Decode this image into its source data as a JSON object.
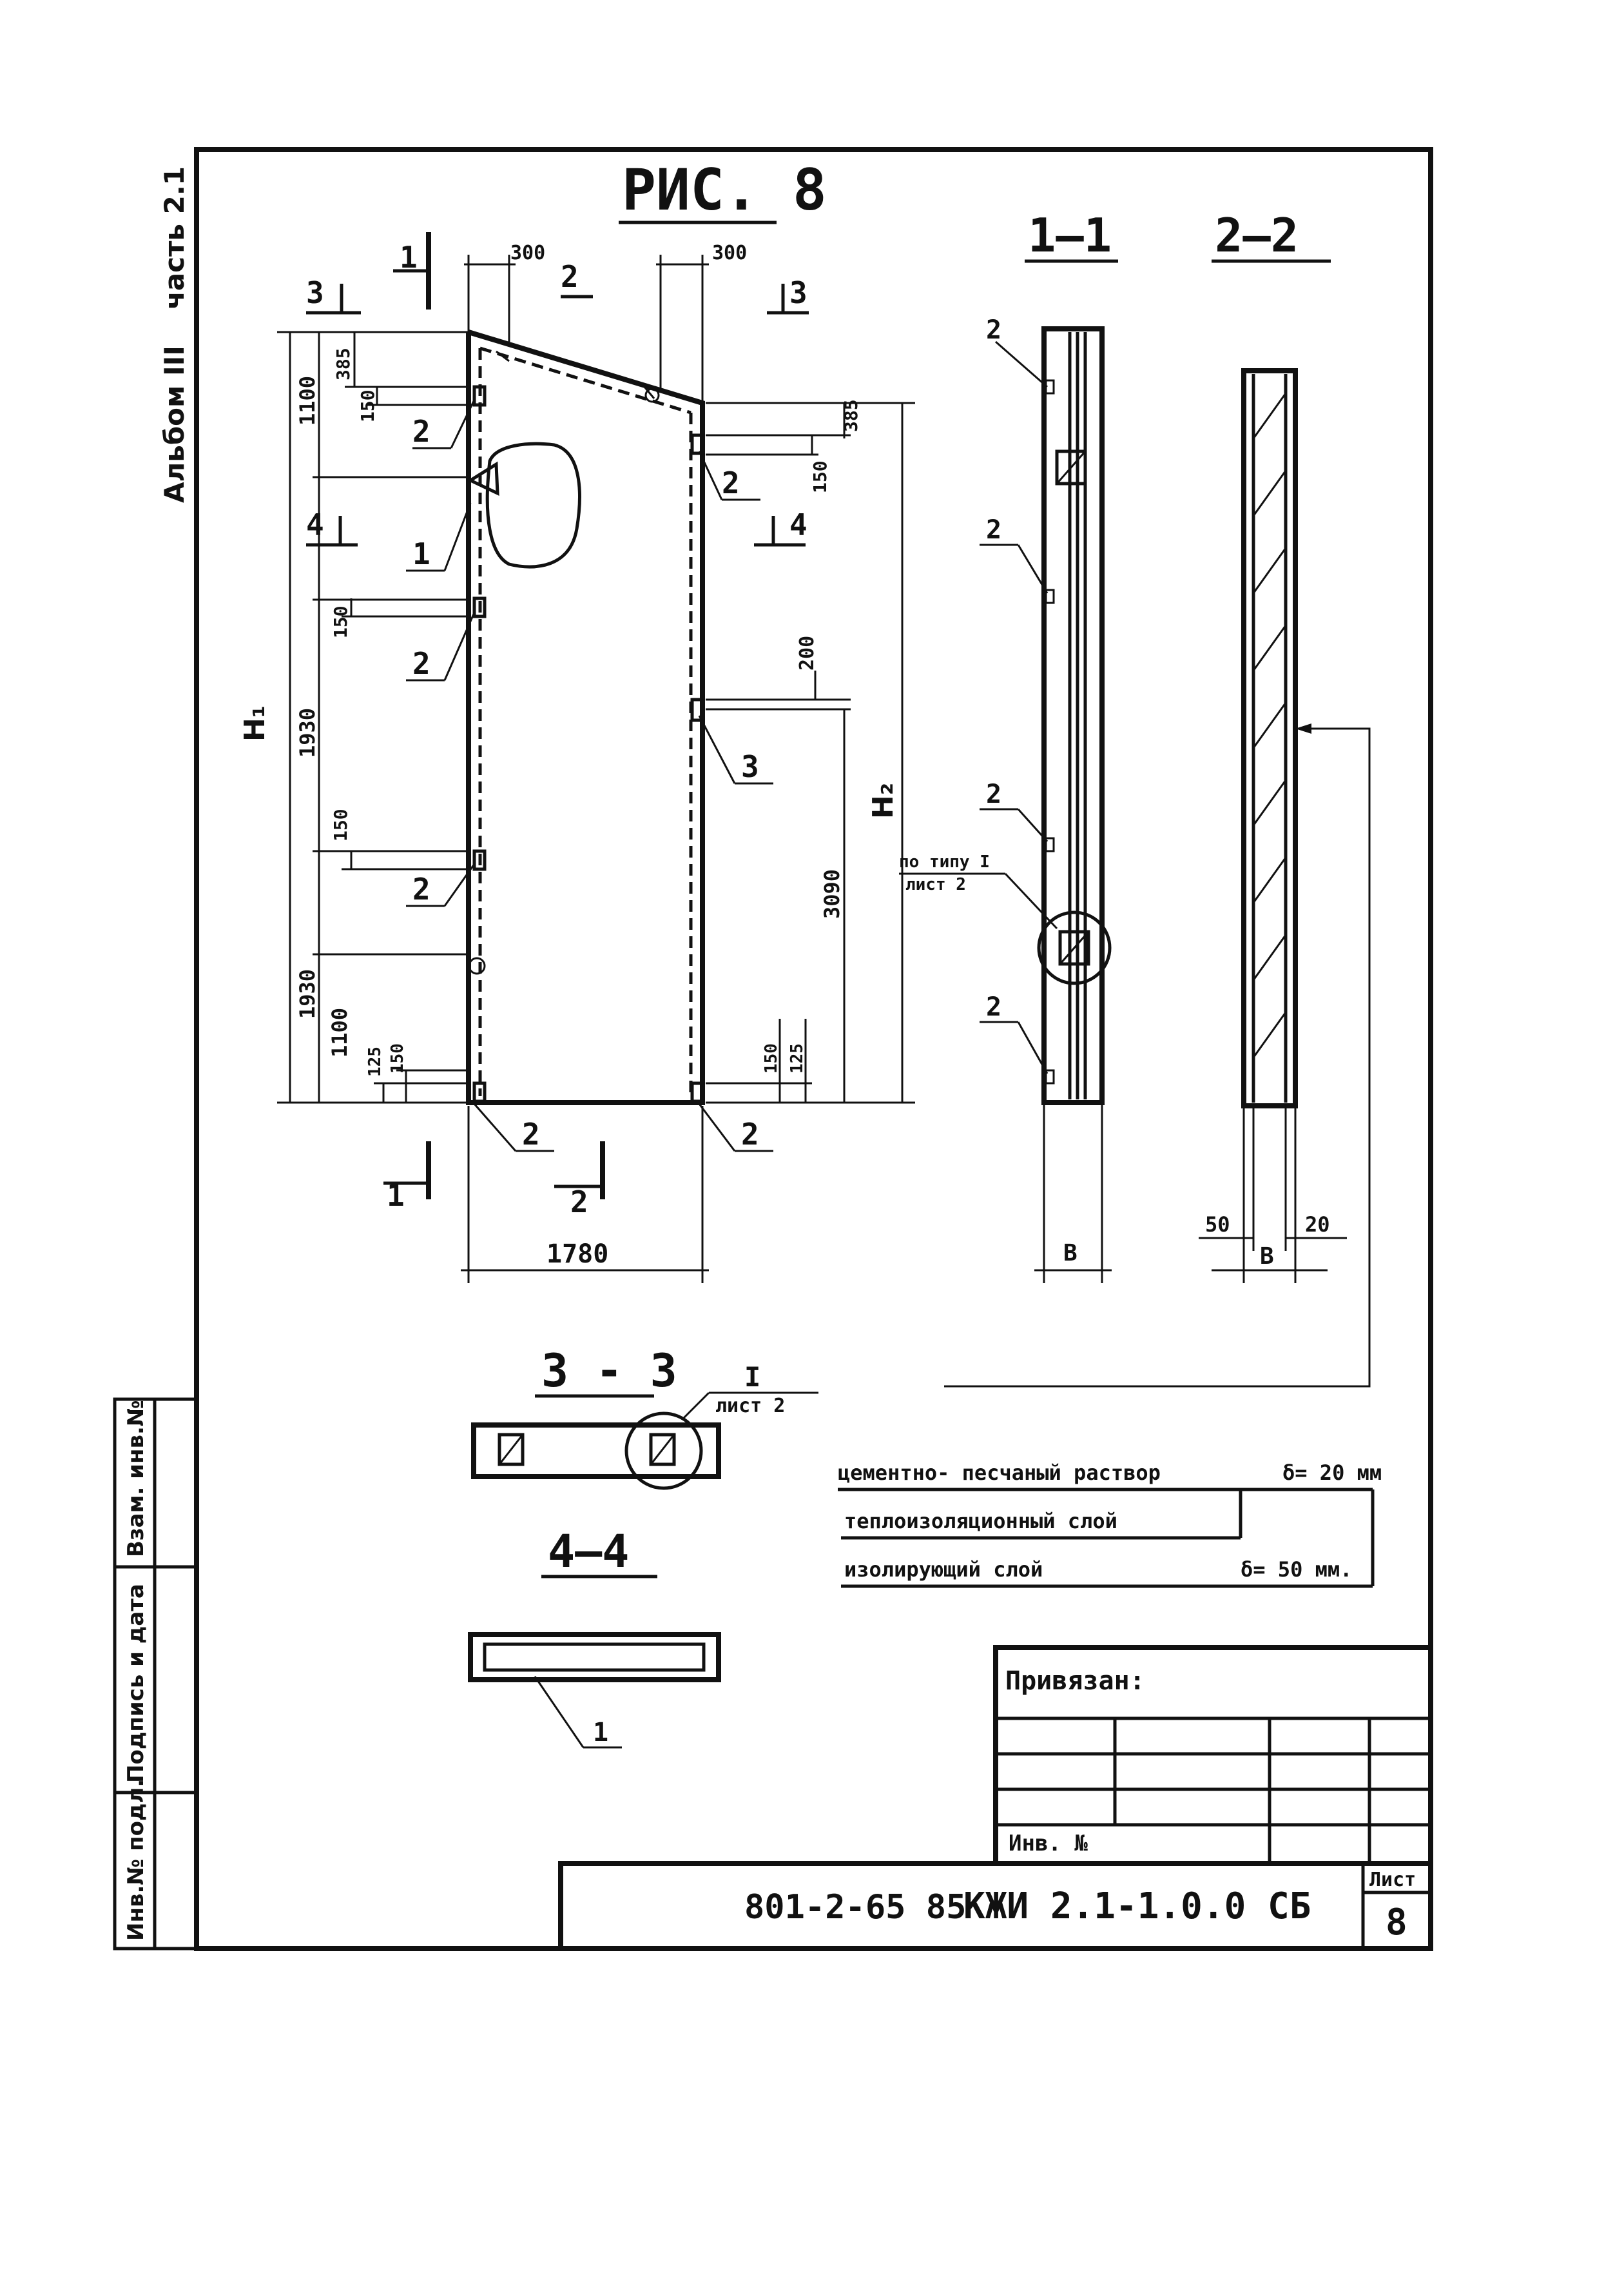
{
  "drawing": {
    "figure_title": "РИС. 8",
    "side_label_album": "Альбом III",
    "side_label_part": "часть 2.1",
    "section_labels": {
      "s11": "1–1",
      "s22": "2–2",
      "s33": "3 - 3",
      "s44": "4–4"
    },
    "cut_marks": [
      "1",
      "1",
      "2",
      "2",
      "3",
      "3",
      "4",
      "4"
    ],
    "dimensions": {
      "top_left": "300",
      "top_right": "300",
      "d385_left": "385",
      "d1100_top": "1100",
      "d150_a": "150",
      "d150_b": "150",
      "d150_c": "150",
      "d1930_a": "1930",
      "d1930_b": "1930",
      "d1100_bottom": "1100",
      "d125_left": "125",
      "d150_d": "150",
      "d385_right": "385",
      "d150_right": "150",
      "d200": "200",
      "d3090": "3090",
      "d150_br": "150",
      "d125_br": "125",
      "width": "1780",
      "h1": "H₁",
      "h2": "H₂",
      "b1": "В",
      "b2": "В",
      "d50": "50",
      "d20": "20"
    },
    "callouts": [
      "2",
      "2",
      "1",
      "2",
      "2",
      "3",
      "2",
      "2",
      "2",
      "2",
      "2",
      "2",
      "1"
    ],
    "detail_ref": {
      "line1": "по типу I",
      "line2": "лист 2",
      "roman": "I",
      "sheet": "лист 2"
    },
    "legend": {
      "row1": "цементно- песчаный раствор",
      "row1_val": "δ= 20 мм",
      "row2": "теплоизоляционный слой",
      "row3": "изолирующий слой",
      "row3_val": "δ= 50 мм."
    },
    "title_block": {
      "privyazan": "Привязан:",
      "inv_no": "Инв. №",
      "code": "801-2-65 85",
      "mark": "КЖИ 2.1-1.0.0 СБ",
      "list_label": "Лист",
      "list_no": "8"
    },
    "stamp_column": {
      "c1": "Инв.№ подл.",
      "c2": "Подпись и дата",
      "c3": "Взам. инв.№"
    }
  }
}
